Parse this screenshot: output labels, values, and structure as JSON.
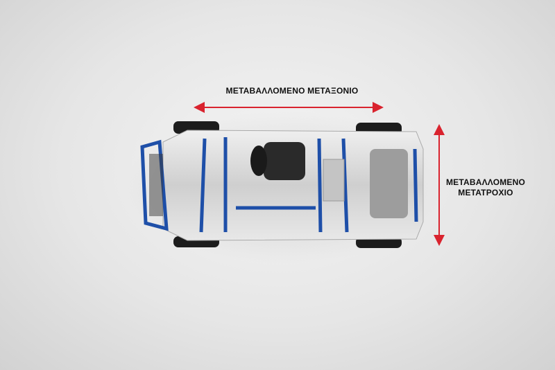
{
  "annotations": {
    "wheelbase_label": "ΜΕΤΑΒΑΛΛΟΜΕΝΟ ΜΕΤΑΞΟΝΙΟ",
    "track_label_line1": "ΜΕΤΑΒΑΛΛΟΜΕΝΟ",
    "track_label_line2": "ΜΕΤΑΤΡΟΧΙΟ"
  },
  "colors": {
    "arrow": "#d9232e",
    "frame_blue": "#1e4fa8",
    "chassis_silver": "#d8d8d8",
    "seat": "#2a2a2a",
    "tire": "#1c1c1c"
  }
}
